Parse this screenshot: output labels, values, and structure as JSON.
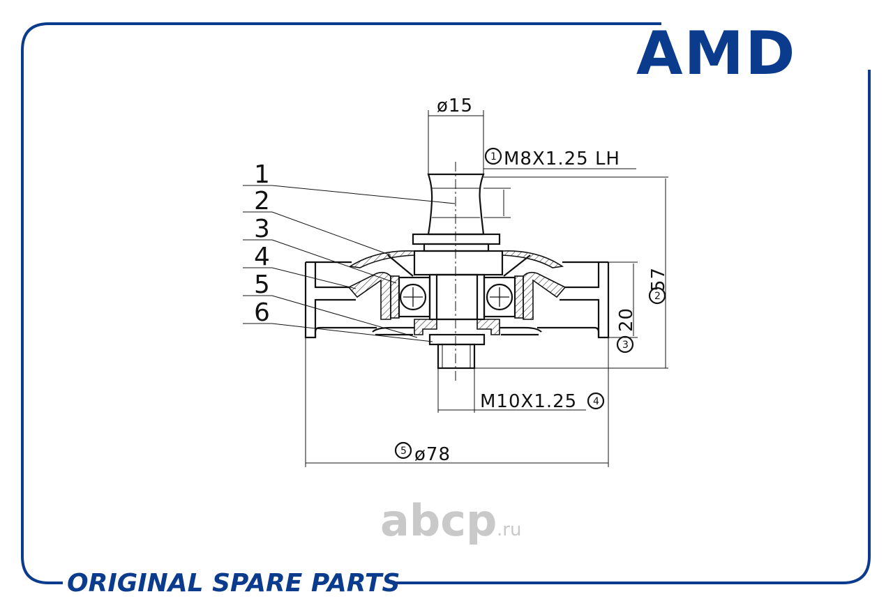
{
  "brand": {
    "logo_text": "AMD",
    "footer_text": "ORIGINAL SPARE PARTS",
    "color": "#0b3b8c"
  },
  "watermark": {
    "main": "abcp",
    "suffix": ".ru"
  },
  "callouts": [
    "1",
    "2",
    "3",
    "4",
    "5",
    "6"
  ],
  "dimensions": {
    "shaft_diameter": "ø15",
    "thread_top": "M8X1.25 LH",
    "thread_top_ref": "1",
    "height": "57",
    "height_ref": "2",
    "width": "20",
    "width_ref": "3",
    "thread_bottom": "M10X1.25",
    "thread_bottom_ref": "4",
    "outer_diameter": "ø78",
    "outer_diameter_ref": "5"
  }
}
